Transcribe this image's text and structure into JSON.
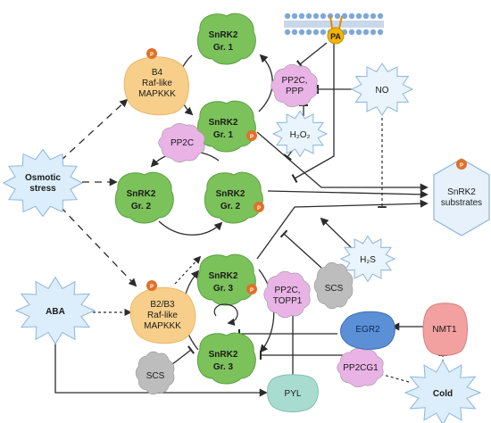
{
  "nodes": {
    "osmotic_stress": {
      "line1": "Osmotic",
      "line2": "stress"
    },
    "aba": "ABA",
    "cold": "Cold",
    "b4_raf": {
      "line1": "B4",
      "line2": "Raf-like",
      "line3": "MAPKKK"
    },
    "b2b3_raf": {
      "line1": "B2/B3",
      "line2": "Raf-like",
      "line3": "MAPKKK"
    },
    "snrk2_gr1_top": {
      "line1": "SnRK2",
      "line2": "Gr. 1"
    },
    "snrk2_gr1_p": {
      "line1": "SnRK2",
      "line2": "Gr. 1"
    },
    "snrk2_gr2_left": {
      "line1": "SnRK2",
      "line2": "Gr. 2"
    },
    "snrk2_gr2_p": {
      "line1": "SnRK2",
      "line2": "Gr. 2"
    },
    "snrk2_gr3_p": {
      "line1": "SnRK2",
      "line2": "Gr. 3"
    },
    "snrk2_gr3_bottom": {
      "line1": "SnRK2",
      "line2": "Gr. 3"
    },
    "pp2c": "PP2C",
    "pp2c_ppp": {
      "line1": "PP2C,",
      "line2": "PPP"
    },
    "pp2c_topp1": {
      "line1": "PP2C,",
      "line2": "TOPP1"
    },
    "pp2cg1": "PP2CG1",
    "no": "NO",
    "h2o2": "H₂O₂",
    "h2s": "H₂S",
    "scs_right": "SCS",
    "scs_left": "SCS",
    "pa": "PA",
    "egr2": "EGR2",
    "nmt1": "NMT1",
    "pyl": "PYL",
    "snrk2_substrates": {
      "line1": "SnRK2",
      "line2": "substrates"
    }
  },
  "phospho_label": "P",
  "colors": {
    "kinase_green": "#7cc25b",
    "kinase_green_dark": "#5a9e3f",
    "raf_orange": "#f7cf8a",
    "phosphatase_pink": "#e9b3e6",
    "burst_blue": "#dceefb",
    "burst_stroke": "#8bb6dc",
    "substrate_hex": "#e6f1fb",
    "phospho_orange": "#e0712a",
    "scs_grey": "#bdbdbd",
    "egr2_blue": "#5b8fd6",
    "nmt1_red": "#f2a0a0",
    "pyl_teal": "#a8dcd0",
    "membrane_blue": "#7fa8d6"
  }
}
